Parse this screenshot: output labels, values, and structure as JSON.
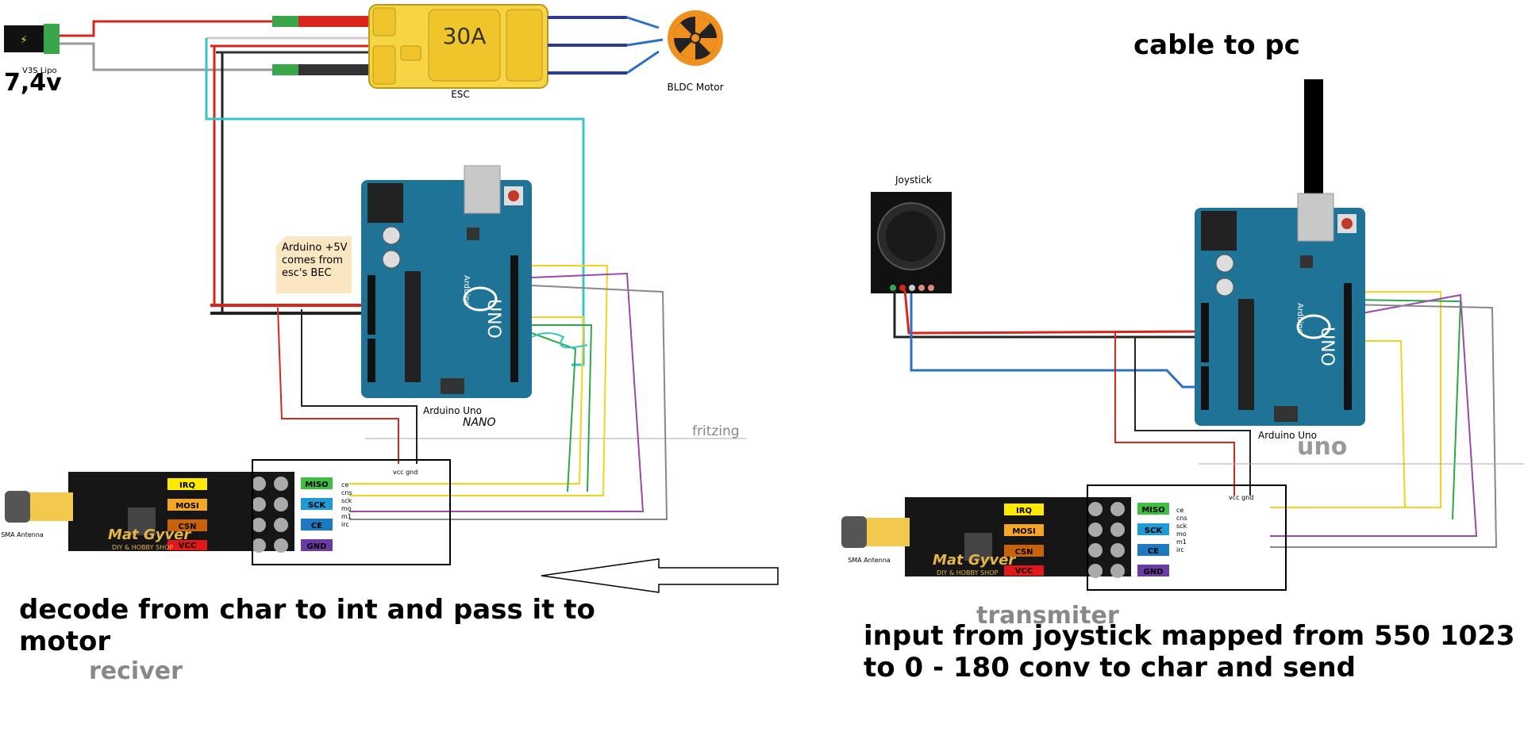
{
  "battery": {
    "label": "V3S Lipo",
    "voltage": "7,4v"
  },
  "esc": {
    "rating": "30A",
    "label": "ESC"
  },
  "motor": {
    "label": "BLDC Motor"
  },
  "note": {
    "line1": "Arduino +5V",
    "line2": "comes from",
    "line3": "esc's BEC"
  },
  "receiver_arduino": {
    "label": "Arduino Uno",
    "scribble": "NANO",
    "board_name": "UNO",
    "brand": "Arduino"
  },
  "transmitter_arduino": {
    "label": "Arduino Uno",
    "board_name": "UNO",
    "brand": "Arduino"
  },
  "fritzing": "fritzing",
  "uno_overlay": "uno",
  "joystick": {
    "label": "Joystick"
  },
  "cable_label": "cable to pc",
  "rf_module": {
    "pins_left": [
      "IRQ",
      "MOSI",
      "CSN",
      "VCC"
    ],
    "pins_right": [
      "MISO",
      "SCK",
      "CE",
      "GND"
    ],
    "antenna": "SMA Antenna",
    "logo": "Mat Gyver",
    "logo_sub": "DIY & HOBBY SHOP"
  },
  "pin_labels_top": "vcc gnd",
  "side_pins": [
    "ce",
    "cns",
    "sck",
    "mo",
    "m1",
    "irc"
  ],
  "captions": {
    "receiver_line1": "decode from char to int and pass it to",
    "receiver_line2": "motor",
    "receiver_title": "reciver",
    "transmitter_title": "transmiter",
    "transmitter_line1": "input from joystick mapped from 550 1023",
    "transmitter_line2": "to 0 - 180 conv to char and send"
  },
  "colors": {
    "arduino": "#1f7396",
    "esc": "#f7d444",
    "motor": "#f0901e",
    "rf_board": "#161616",
    "wire_red": "#d9261c",
    "wire_cyan": "#35c5c7",
    "wire_yellow": "#f2d41c",
    "wire_purple": "#9b4aa8",
    "wire_green": "#2aa84a",
    "wire_blue": "#2c6fc4"
  }
}
